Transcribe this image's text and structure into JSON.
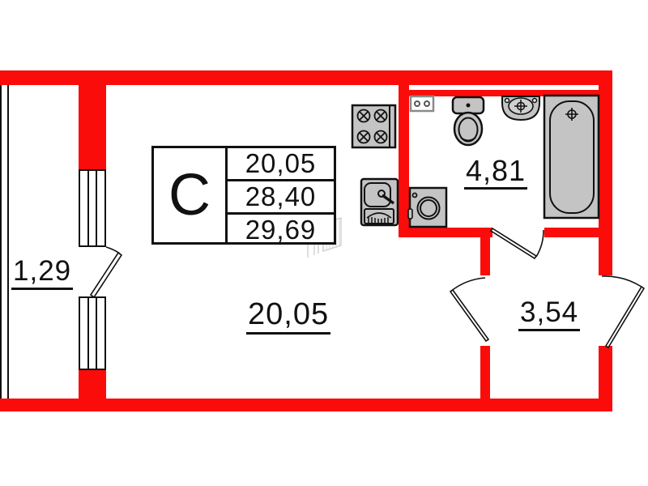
{
  "plan": {
    "unit_type_label": "С",
    "spec_table": {
      "values": [
        "20,05",
        "28,40",
        "29,69"
      ]
    },
    "rooms": {
      "balcony": {
        "area": "1,29"
      },
      "living": {
        "area": "20,05"
      },
      "bathroom": {
        "area": "4,81"
      },
      "hall": {
        "area": "3,54"
      }
    },
    "fixtures": [
      "stove-icon",
      "kitchen-sink-icon",
      "electrical-panel-icon",
      "toilet-icon",
      "bathroom-sink-icon",
      "bathtub-icon",
      "washing-machine-icon"
    ],
    "colors": {
      "wall_red": "#fa0c0a",
      "fixture_gray": "#c4c4c4",
      "line_black": "#111111",
      "watermark_gray": "#cccccc"
    }
  }
}
